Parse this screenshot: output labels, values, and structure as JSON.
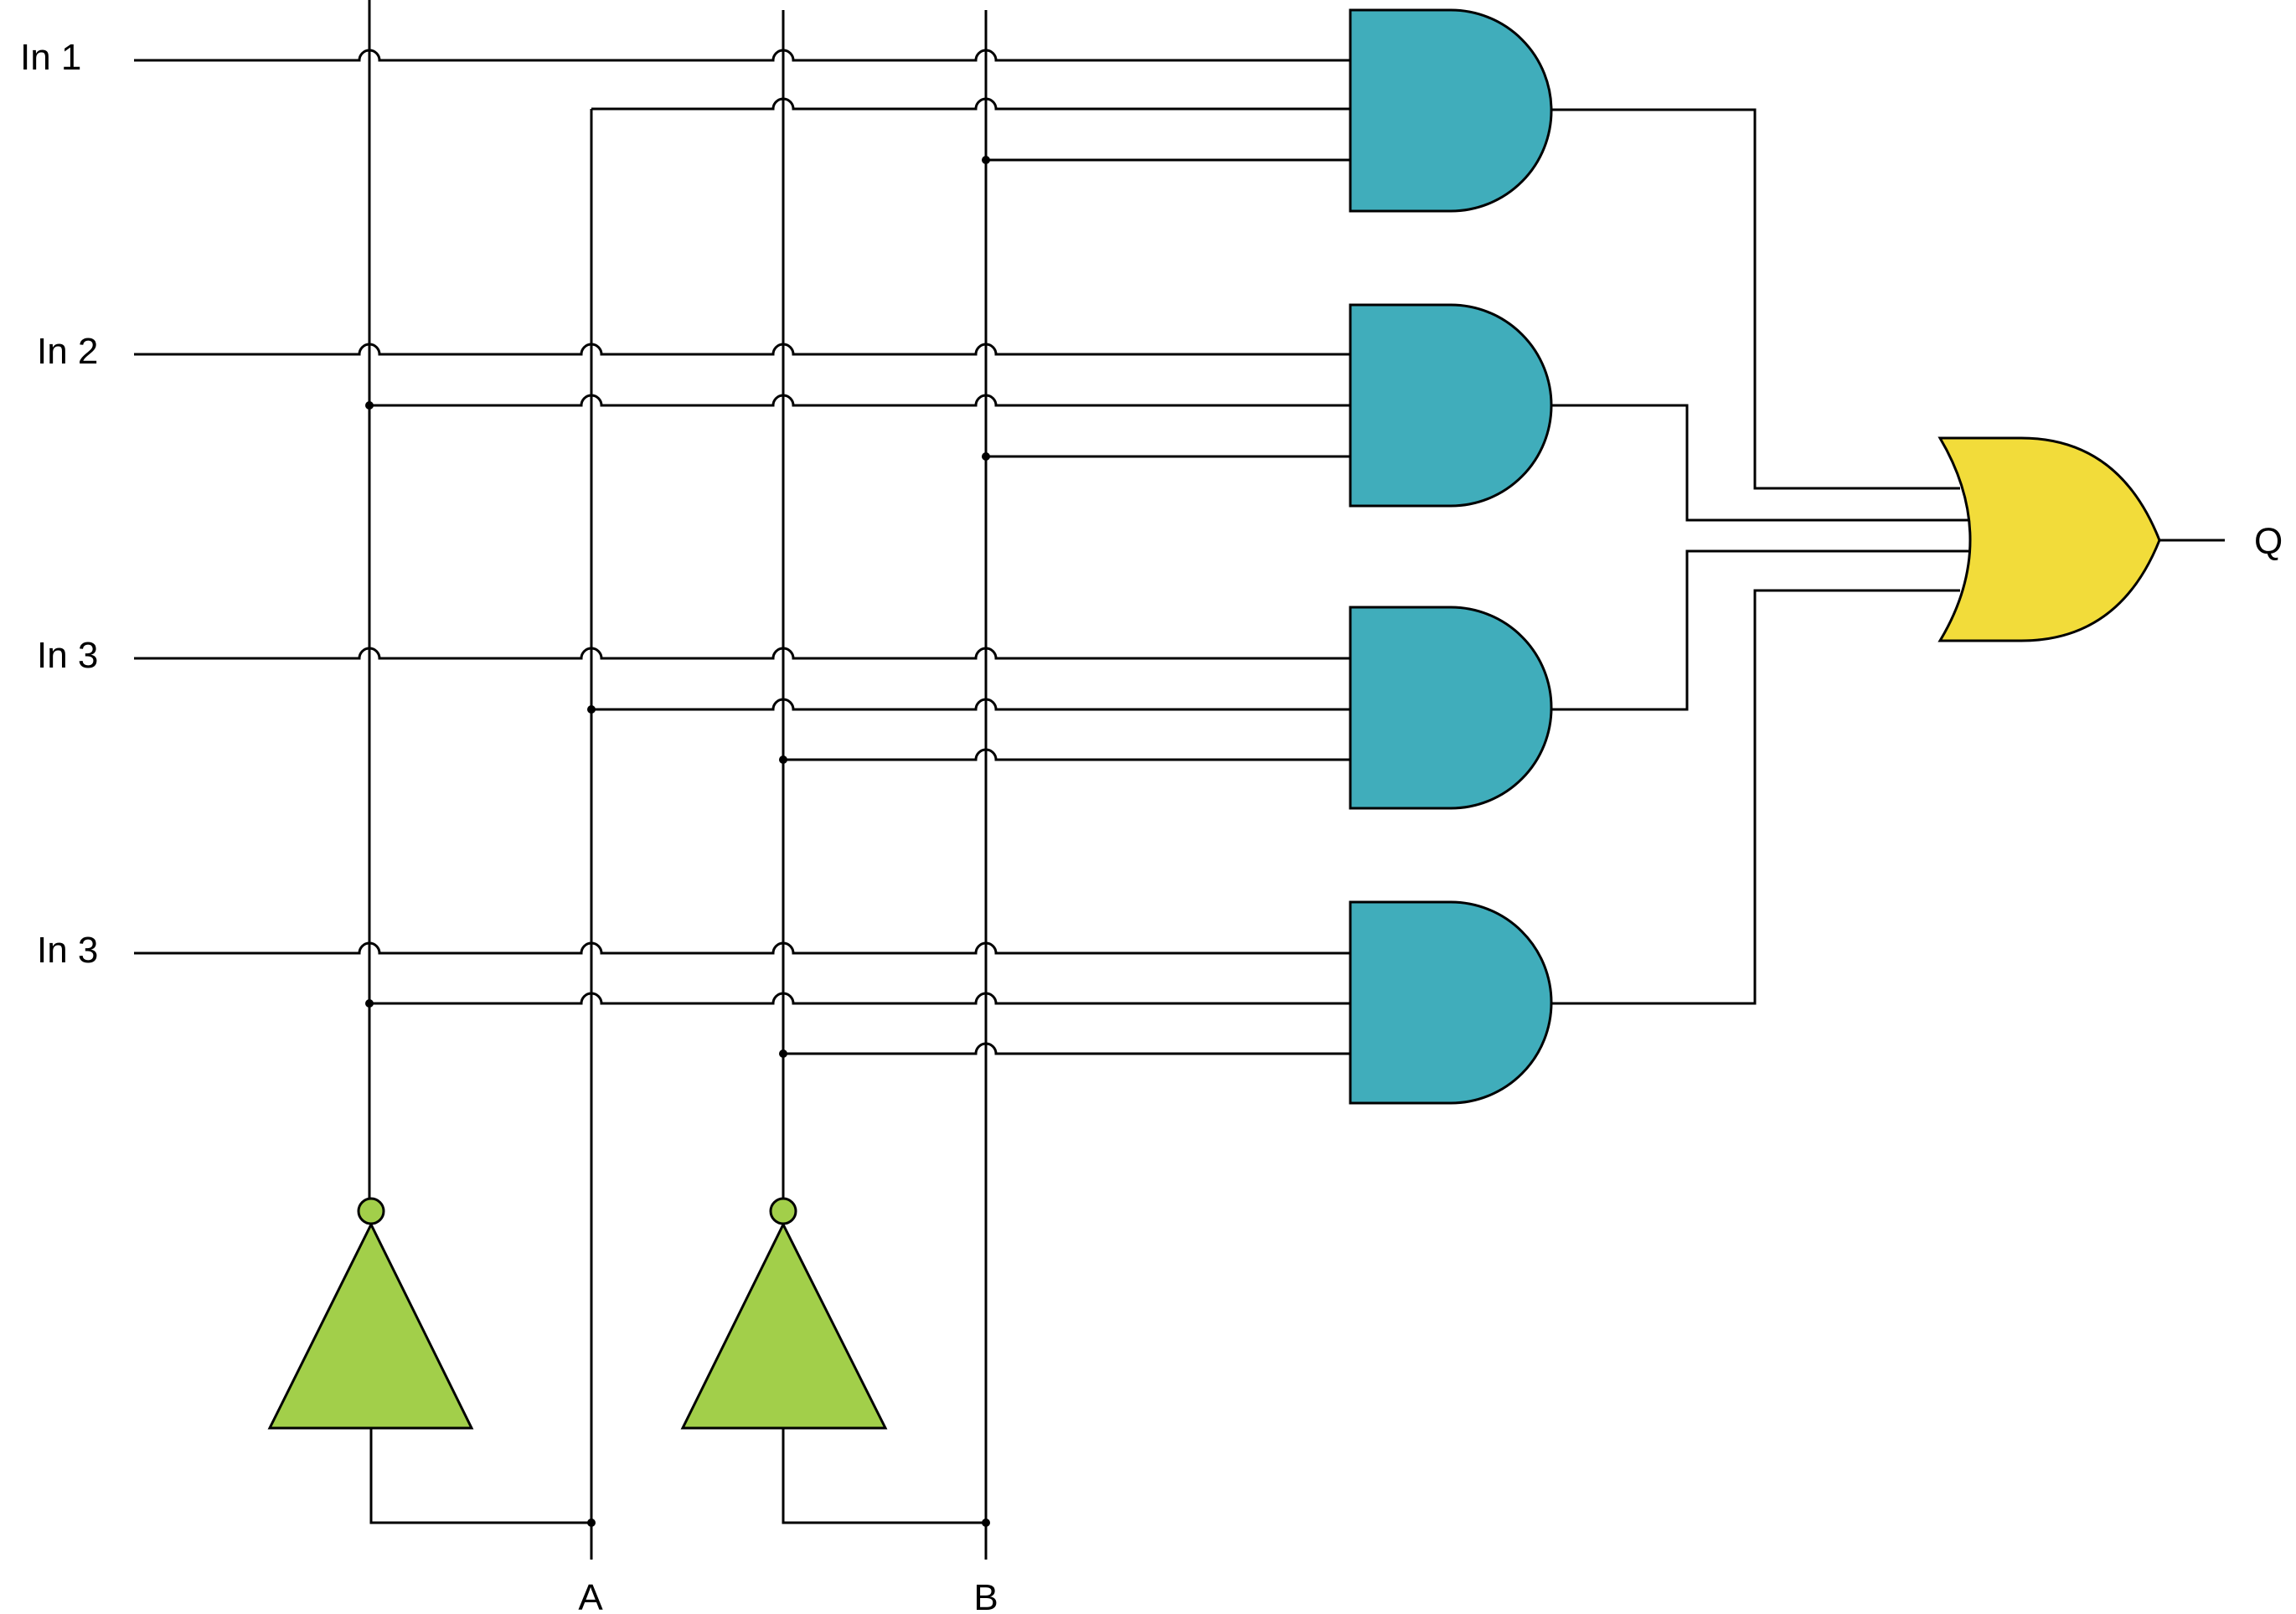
{
  "inputs": {
    "in1": "In 1",
    "in2": "In 2",
    "in3a": "In 3",
    "in3b": "In 3"
  },
  "selects": {
    "a": "A",
    "b": "B"
  },
  "output": {
    "q": "Q"
  },
  "colors": {
    "and_gate_fill": "#40adbb",
    "or_gate_fill": "#f2dc3a",
    "not_gate_fill": "#a2cf4a",
    "wire": "#000000",
    "background": "#ffffff"
  }
}
